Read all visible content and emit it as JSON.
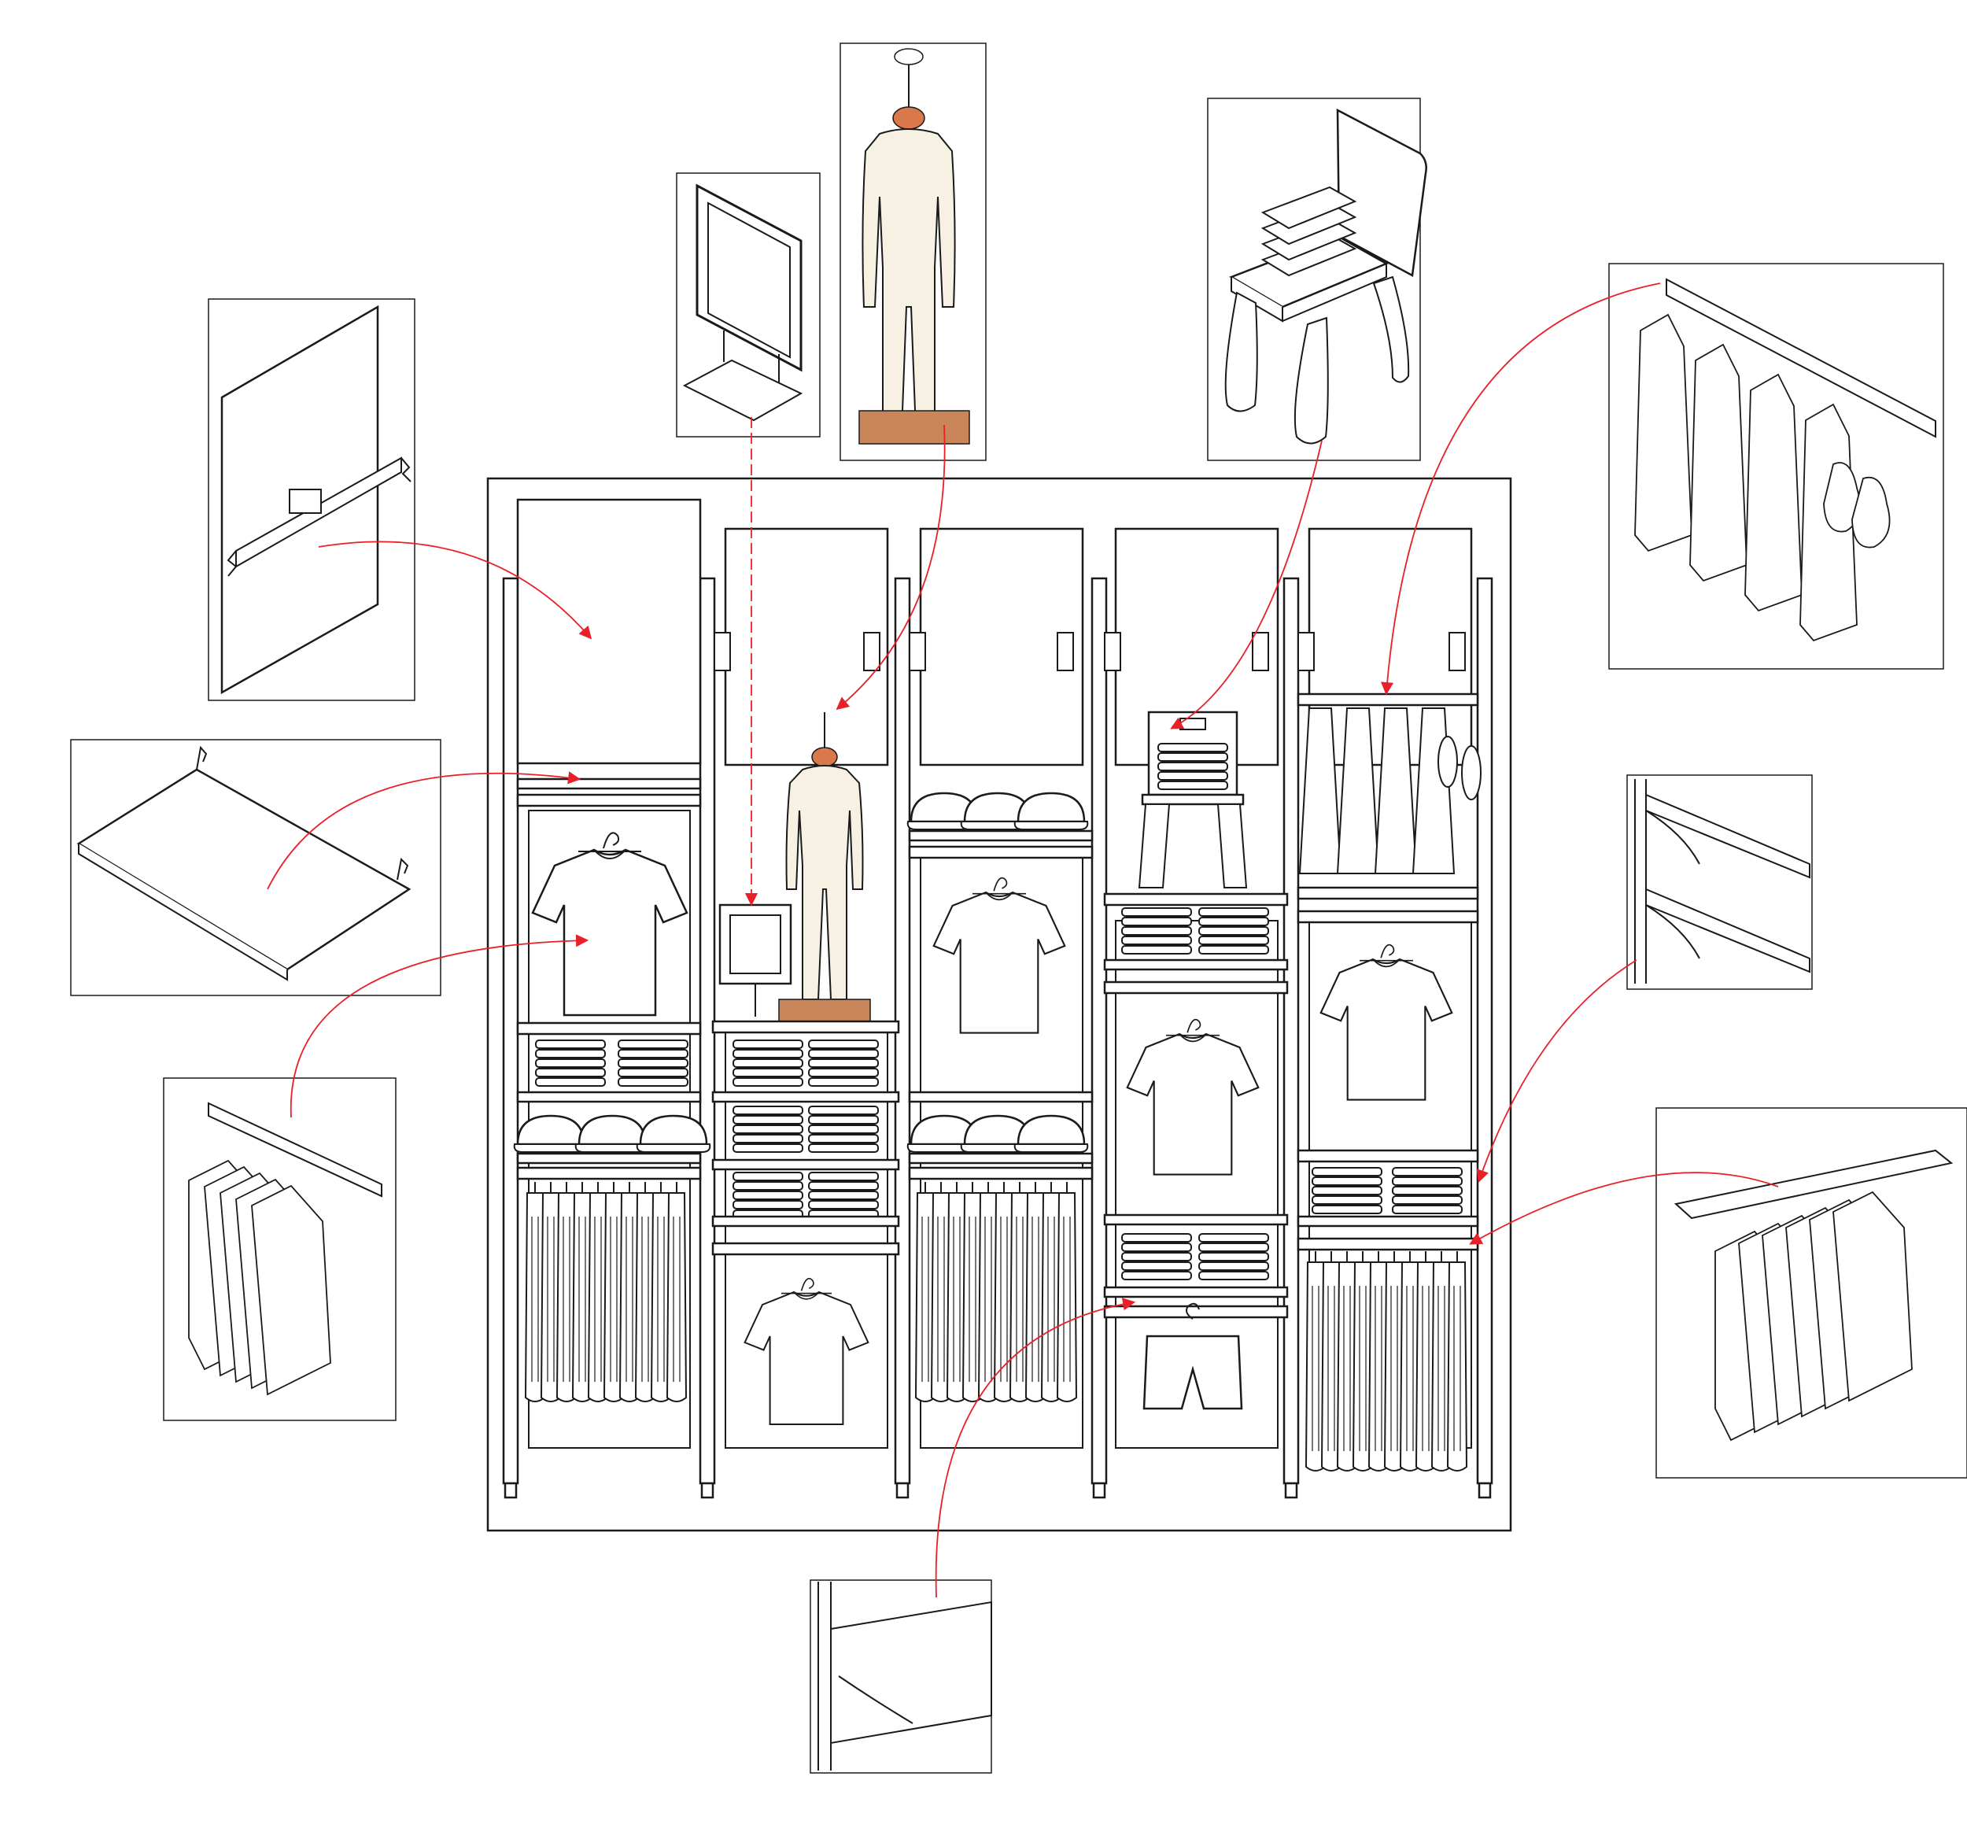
{
  "colors": {
    "line": "#1a1a1a",
    "accent": "#e8202a",
    "paper": "#ffffff",
    "mannequin": "#f6f1e3",
    "mannequin_head": "#d9784a",
    "base": "#c9865a"
  },
  "callouts": [
    {
      "id": "panel-bracket",
      "component": "wall-panel-with-bracket-bar",
      "target": "bay-1-panel"
    },
    {
      "id": "slanted-shelf",
      "component": "slanted-shelf-with-brackets",
      "target": "bay-1-rail"
    },
    {
      "id": "hangrail",
      "component": "hang-rail-with-garments",
      "target": "bay-1-shirt"
    },
    {
      "id": "sign-frame",
      "component": "sign-frame-on-stand",
      "target": "bay-2-sign"
    },
    {
      "id": "mannequin",
      "component": "child-mannequin-on-base",
      "target": "bay-2-mannequin"
    },
    {
      "id": "chair-display",
      "component": "chair-with-folded-shirts",
      "target": "bay-4-chair"
    },
    {
      "id": "peg-hook-bar",
      "component": "peg-hook-bar-with-garments-and-shoes",
      "target": "bay-5-hooks"
    },
    {
      "id": "shelf-brackets",
      "component": "shelf-bracket-detail",
      "target": "bay-5-shelf"
    },
    {
      "id": "double-rail",
      "component": "waterfall-rail-with-garments",
      "target": "bay-5-rail"
    },
    {
      "id": "bracket-detail",
      "component": "shelf-bracket-upright-detail",
      "target": "bay-4-shelf"
    }
  ],
  "bays": [
    {
      "id": "bay-1",
      "content": [
        "panel",
        "hangrail-shirt",
        "folded-shirts",
        "caps",
        "hanging-garments"
      ]
    },
    {
      "id": "bay-2",
      "content": [
        "panel",
        "mannequin",
        "sign-frame",
        "folded-shirts",
        "folded-shirts",
        "hanging-shirt"
      ]
    },
    {
      "id": "bay-3",
      "content": [
        "panel",
        "caps",
        "hanging-shirt",
        "caps",
        "hanging-garments"
      ]
    },
    {
      "id": "bay-4",
      "content": [
        "panel",
        "chair-display",
        "folded-shirts",
        "hanging-shirt",
        "folded-shirts",
        "hanging-shorts"
      ]
    },
    {
      "id": "bay-5",
      "content": [
        "panel",
        "peg-hooks",
        "hanging-shirt",
        "folded-shirts",
        "hanging-garments"
      ]
    }
  ]
}
